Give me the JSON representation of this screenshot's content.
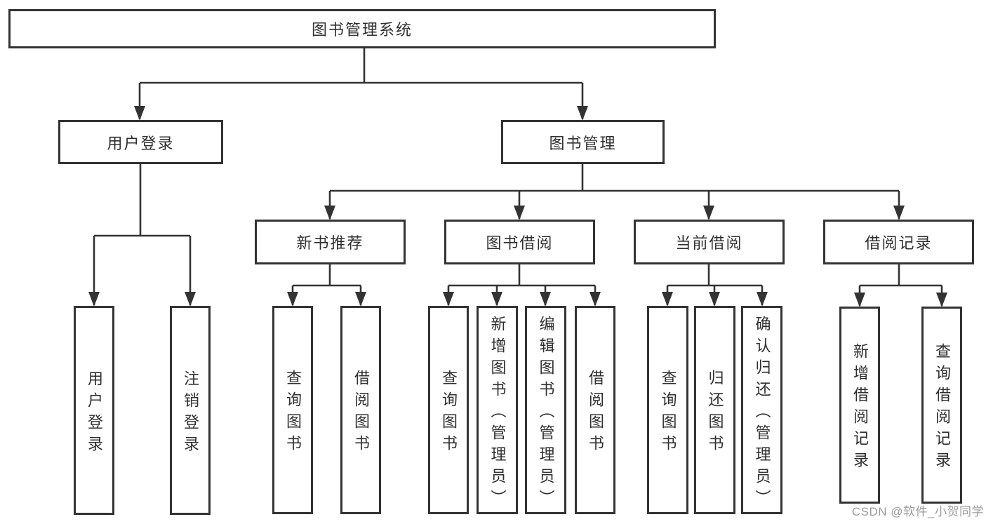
{
  "diagram_title": "图书管理系统",
  "nodes": {
    "root": "图书管理系统",
    "user_login": "用户登录",
    "book_mgmt": "图书管理",
    "new_book": "新书推荐",
    "book_borrow": "图书借阅",
    "current_borrow": "当前借阅",
    "borrow_record": "借阅记录"
  },
  "leaves": {
    "user_login": [
      "用户登录",
      "注销登录"
    ],
    "new_book": [
      "查询图书",
      "借阅图书"
    ],
    "book_borrow": [
      "查询图书",
      "新增图书（管理员）",
      "编辑图书（管理员）",
      "借阅图书"
    ],
    "current_borrow": [
      "查询图书",
      "归还图书",
      "确认归还（管理员）"
    ],
    "borrow_record": [
      "新增借阅记录",
      "查询借阅记录"
    ]
  },
  "colors": {
    "line": "#333333",
    "text": "#2f2f2f",
    "node_background": "#ffffff",
    "page_background": "#ffffff",
    "watermark": "#9b9b9b"
  },
  "watermark": "CSDN @软件_小贺同学"
}
